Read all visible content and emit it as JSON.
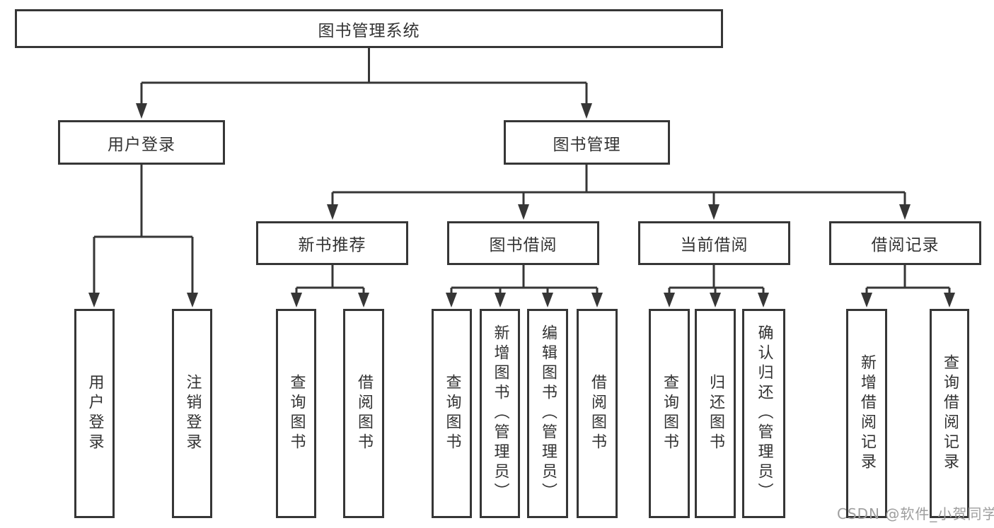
{
  "diagram": {
    "title": "图书管理系统",
    "watermark": "CSDN @软件_小贺同学",
    "colors": {
      "line": "#363636",
      "box_border": "#363636",
      "text": "#333333",
      "watermark": "#9e9e9e",
      "background": "#ffffff"
    },
    "nodes": {
      "root": {
        "label": "图书管理系统"
      },
      "user_login": {
        "label": "用户登录"
      },
      "book_mgmt": {
        "label": "图书管理"
      },
      "new_book_rec": {
        "label": "新书推荐"
      },
      "book_borrow": {
        "label": "图书借阅"
      },
      "current_borrow": {
        "label": "当前借阅"
      },
      "borrow_records": {
        "label": "借阅记录"
      },
      "leaf_user_login": {
        "label": "用户登录"
      },
      "leaf_logout": {
        "label": "注销登录"
      },
      "leaf_nbr_query": {
        "label": "查询图书"
      },
      "leaf_nbr_borrow": {
        "label": "借阅图书"
      },
      "leaf_bb_query": {
        "label": "查询图书"
      },
      "leaf_bb_add": {
        "label": "新增图书（管理员）"
      },
      "leaf_bb_edit": {
        "label": "编辑图书（管理员）"
      },
      "leaf_bb_borrow": {
        "label": "借阅图书"
      },
      "leaf_cb_query": {
        "label": "查询图书"
      },
      "leaf_cb_return": {
        "label": "归还图书"
      },
      "leaf_cb_confirm": {
        "label": "确认归还（管理员）"
      },
      "leaf_br_add": {
        "label": "新增借阅记录"
      },
      "leaf_br_query": {
        "label": "查询借阅记录"
      }
    },
    "edges": [
      {
        "from": "图书管理系统",
        "to": [
          "用户登录",
          "图书管理"
        ]
      },
      {
        "from": "用户登录",
        "to": [
          "用户登录",
          "注销登录"
        ]
      },
      {
        "from": "图书管理",
        "to": [
          "新书推荐",
          "图书借阅",
          "当前借阅",
          "借阅记录"
        ]
      },
      {
        "from": "新书推荐",
        "to": [
          "查询图书",
          "借阅图书"
        ]
      },
      {
        "from": "图书借阅",
        "to": [
          "查询图书",
          "新增图书（管理员）",
          "编辑图书（管理员）",
          "借阅图书"
        ]
      },
      {
        "from": "当前借阅",
        "to": [
          "查询图书",
          "归还图书",
          "确认归还（管理员）"
        ]
      },
      {
        "from": "借阅记录",
        "to": [
          "新增借阅记录",
          "查询借阅记录"
        ]
      }
    ]
  }
}
